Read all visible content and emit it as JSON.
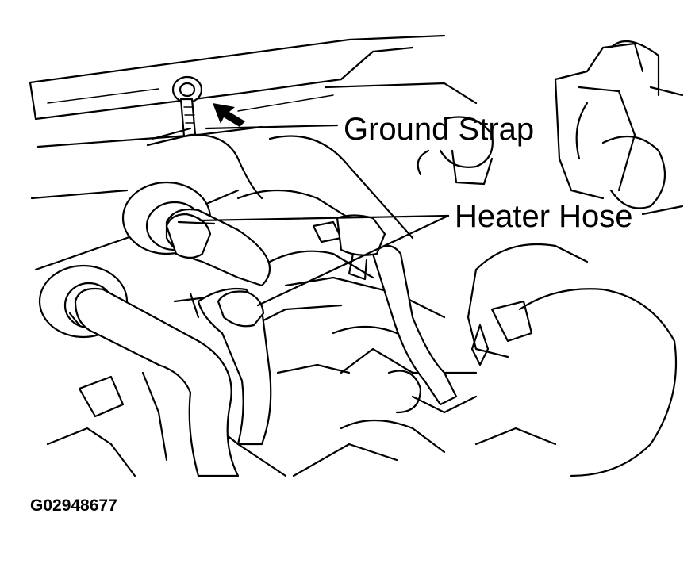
{
  "labels": {
    "ground_strap": "Ground Strap",
    "heater_hose": "Heater Hose",
    "figure_id": "G02948677"
  },
  "colors": {
    "line": "#000000",
    "background": "#ffffff"
  }
}
